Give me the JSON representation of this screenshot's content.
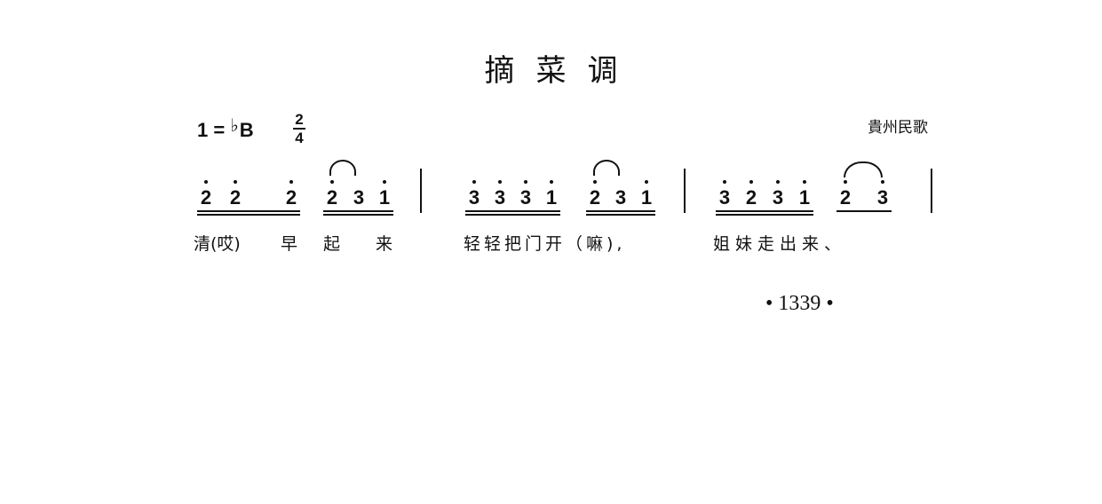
{
  "title": "摘菜调",
  "key": {
    "tonic": "1",
    "equals": "=",
    "flat": "♭",
    "note": "B"
  },
  "time_signature": {
    "top": "2",
    "bottom": "4"
  },
  "origin": "貴州民歌",
  "notes": [
    "2",
    "2",
    "2",
    "2",
    "3",
    "1",
    "3",
    "3",
    "3",
    "1",
    "2",
    "3",
    "1",
    "3",
    "2",
    "3",
    "1",
    "2",
    "3"
  ],
  "lyrics": [
    "清(哎)",
    "早",
    "起",
    "来",
    "轻轻把门开（嘛),",
    "姐妹走出来、"
  ],
  "page_number": "• 1339 •"
}
